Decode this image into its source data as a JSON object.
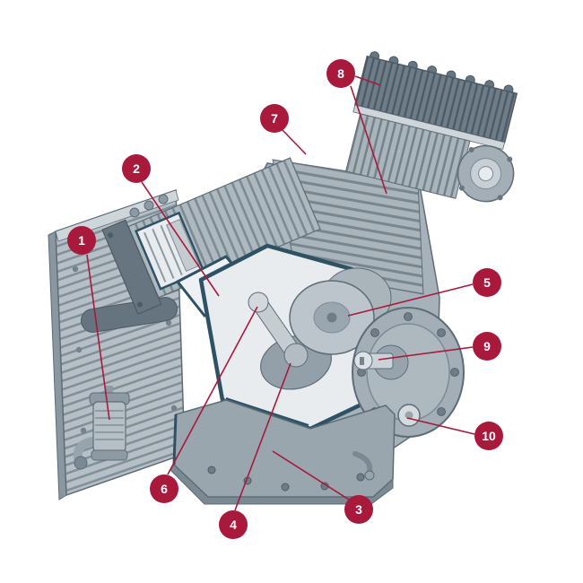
{
  "diagram": {
    "subject": "air-compressor-pump-cutaway",
    "callouts": [
      {
        "label": "1"
      },
      {
        "label": "2"
      },
      {
        "label": "3"
      },
      {
        "label": "4"
      },
      {
        "label": "5"
      },
      {
        "label": "6"
      },
      {
        "label": "7"
      },
      {
        "label": "8"
      },
      {
        "label": "9"
      },
      {
        "label": "10"
      }
    ]
  },
  "colors": {
    "callout_badge": "#A8193C",
    "callout_text": "#FFFFFF",
    "background": "#FFFFFF",
    "machine_body": "#A6B1B9",
    "cut_edge": "#2E5264"
  }
}
